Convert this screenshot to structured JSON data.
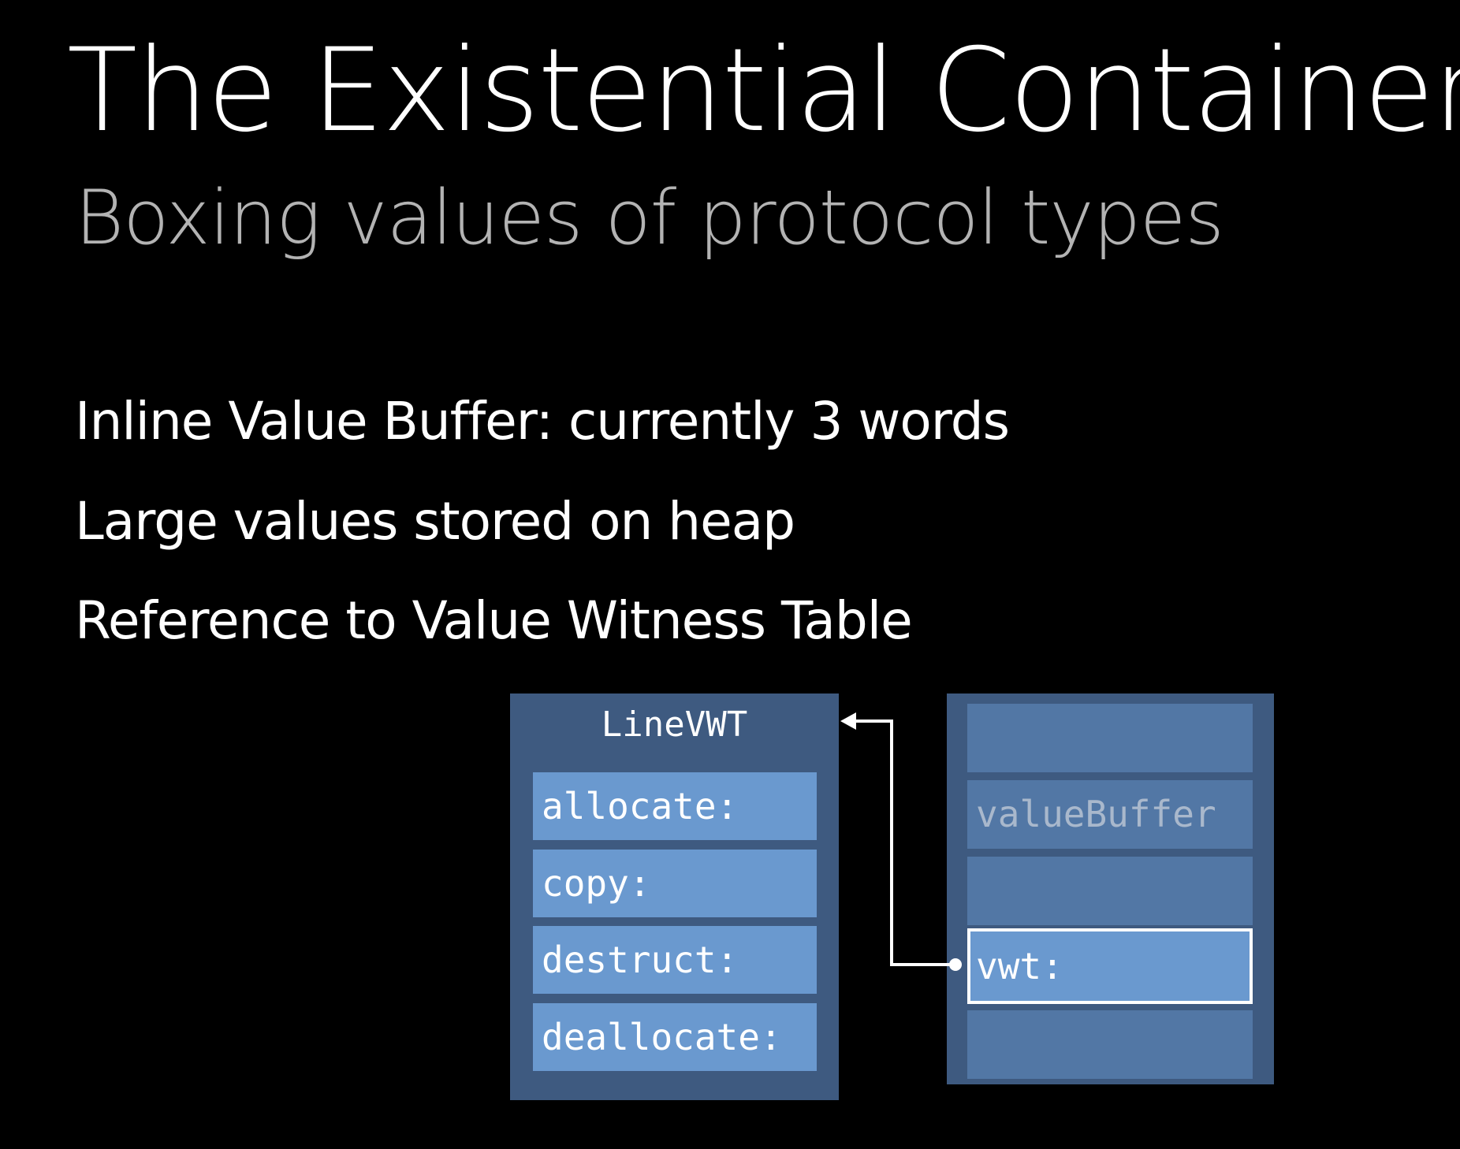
{
  "slide": {
    "title": "The Existential Container",
    "subtitle": "Boxing values of protocol types",
    "bullets": [
      "Inline Value Buffer: currently 3 words",
      "Large values stored on heap",
      "Reference to Value Witness Table"
    ]
  },
  "diagram": {
    "value_witness_table": {
      "title": "LineVWT",
      "entries": [
        "allocate:",
        "copy:",
        "destruct:",
        "deallocate:"
      ]
    },
    "existential_container": {
      "rows": [
        "",
        "valueBuffer",
        "",
        "vwt:",
        ""
      ]
    },
    "colors": {
      "background": "#000000",
      "box": "#3e5a80",
      "cell": "#6a99cf",
      "muted_cell": "#5277a5",
      "arrow": "#ffffff"
    }
  }
}
